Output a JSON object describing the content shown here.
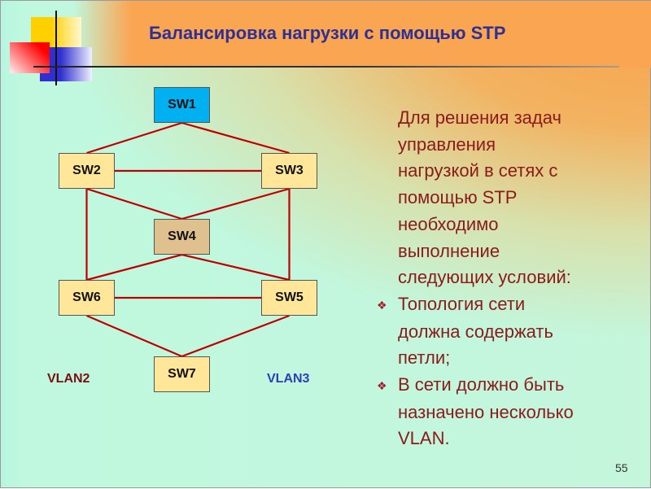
{
  "title": "Балансировка нагрузки с помощью STP",
  "diagram": {
    "nodes": [
      {
        "id": "SW1",
        "color": "#00b0f0"
      },
      {
        "id": "SW2",
        "color": "#ffe699"
      },
      {
        "id": "SW3",
        "color": "#ffe699"
      },
      {
        "id": "SW4",
        "color": "#dfc08f"
      },
      {
        "id": "SW5",
        "color": "#ffe699"
      },
      {
        "id": "SW6",
        "color": "#ffe699"
      },
      {
        "id": "SW7",
        "color": "#ffe699"
      }
    ],
    "links": [
      [
        "SW1",
        "SW2"
      ],
      [
        "SW1",
        "SW3"
      ],
      [
        "SW2",
        "SW3"
      ],
      [
        "SW2",
        "SW4"
      ],
      [
        "SW3",
        "SW4"
      ],
      [
        "SW2",
        "SW6"
      ],
      [
        "SW3",
        "SW5"
      ],
      [
        "SW4",
        "SW6"
      ],
      [
        "SW4",
        "SW5"
      ],
      [
        "SW6",
        "SW5"
      ],
      [
        "SW6",
        "SW7"
      ],
      [
        "SW5",
        "SW7"
      ]
    ],
    "link_color": "#c00000",
    "vlan_left": "VLAN2",
    "vlan_left_color": "#7b1010",
    "vlan_right": "VLAN3",
    "vlan_right_color": "#2e3eb8"
  },
  "body": {
    "intro_lines": [
      "Для решения задач",
      "управления",
      "нагрузкой в сетях  с",
      "помощью STP",
      "необходимо",
      "выполнение",
      "следующих условий:"
    ],
    "bullet_icon": "diamond-bullet-icon",
    "bullets": [
      {
        "lines": [
          "Топология сети",
          "должна содержать",
          "петли;"
        ]
      },
      {
        "lines": [
          "В сети должно быть",
          "назначено несколько",
          "VLAN."
        ]
      }
    ]
  },
  "page_number": "55"
}
